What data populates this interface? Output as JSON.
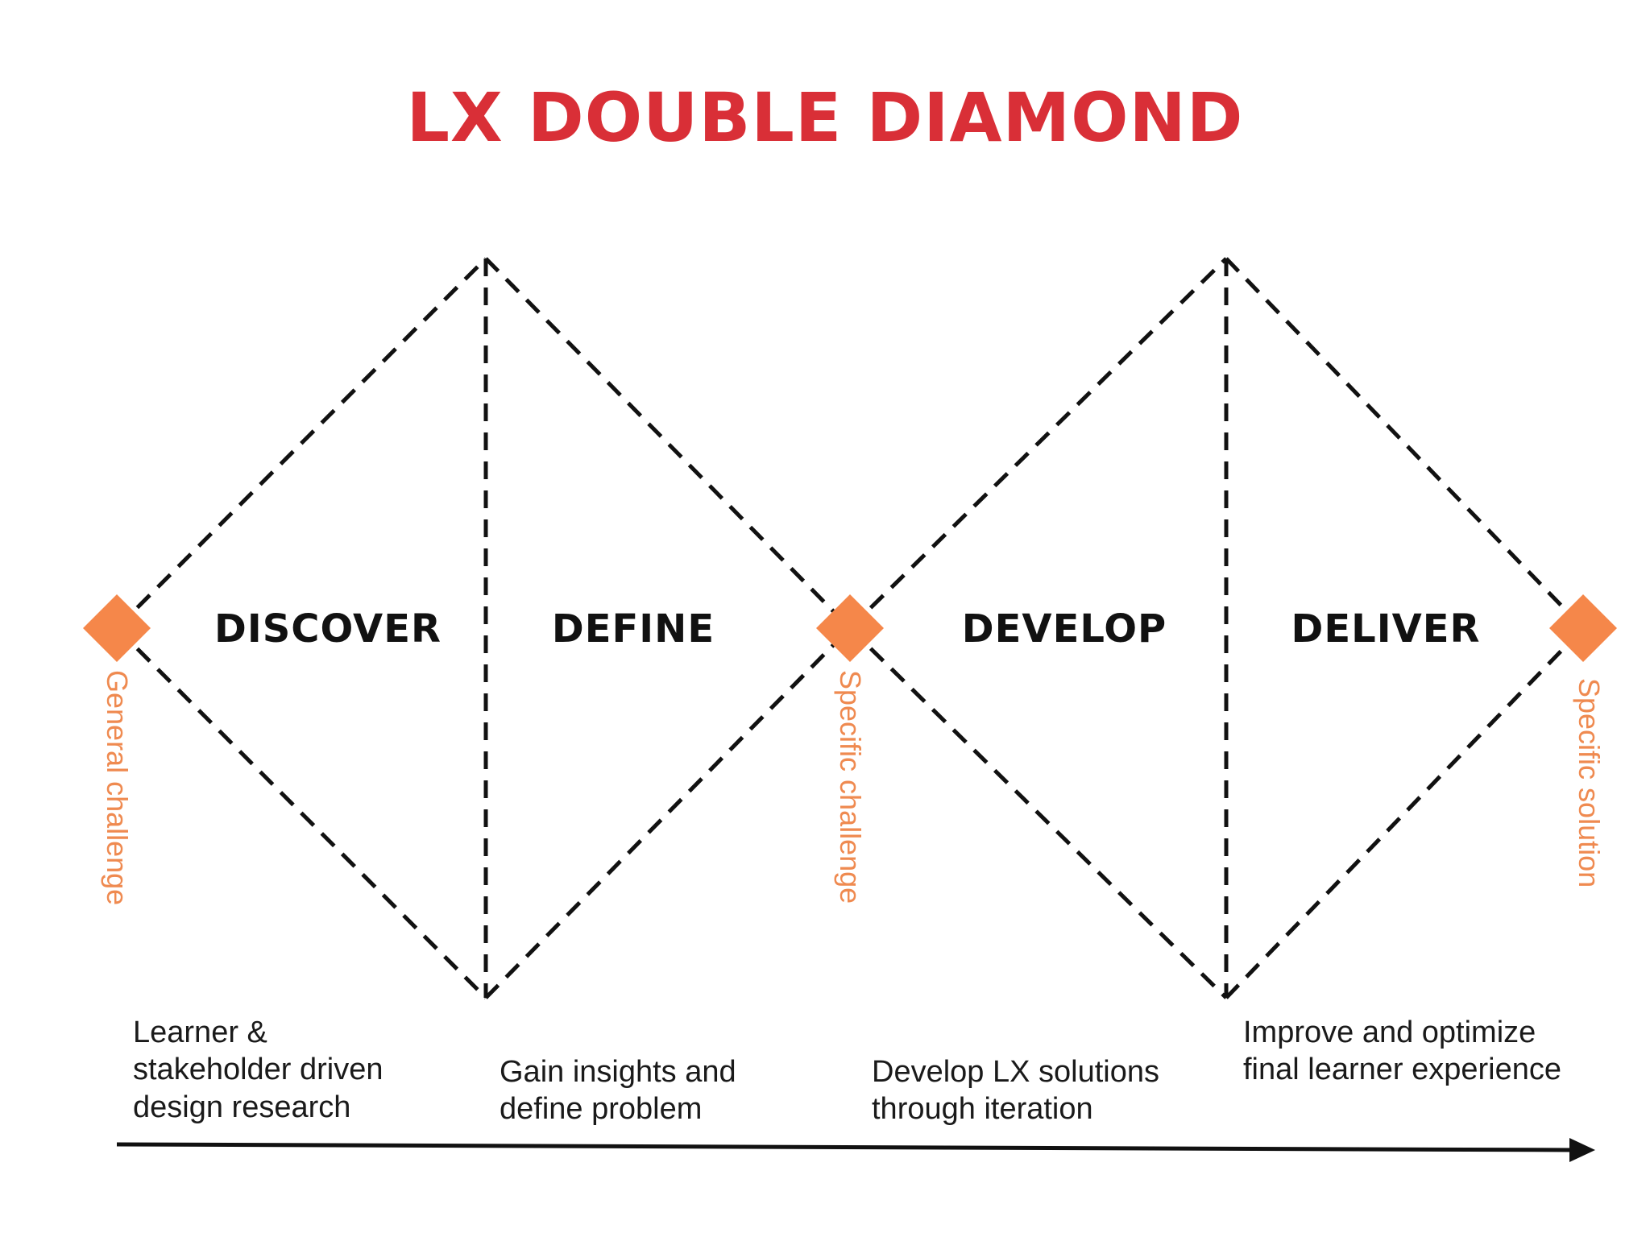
{
  "title": "LX DOUBLE DIAMOND",
  "phases": [
    {
      "label": "DISCOVER",
      "description": "Learner & stakeholder driven design research"
    },
    {
      "label": "DEFINE",
      "description": "Gain insights and define problem"
    },
    {
      "label": "DEVELOP",
      "description": "Develop LX solutions through iteration"
    },
    {
      "label": "DELIVER",
      "description": "Improve and optimize final learner experience"
    }
  ],
  "milestones": [
    {
      "label": "General challenge"
    },
    {
      "label": "Specific challenge"
    },
    {
      "label": "Specific solution"
    }
  ],
  "colors": {
    "title": "#d92f37",
    "milestone": "#ef8a50",
    "lines": "#111111"
  }
}
